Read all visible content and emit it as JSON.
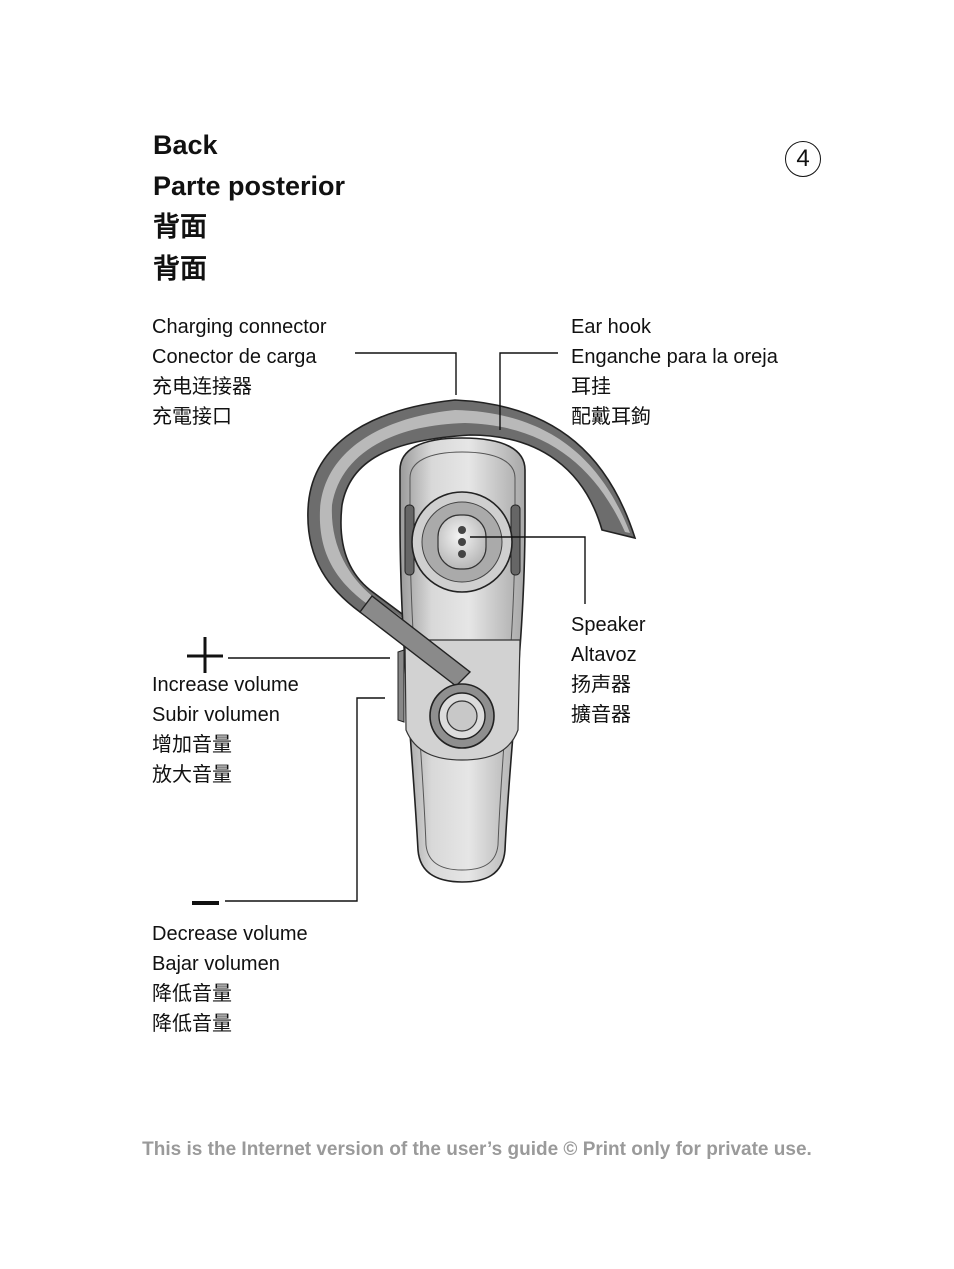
{
  "page": {
    "number": "4",
    "titles": [
      "Back",
      "Parte posterior",
      "背面",
      "背面"
    ]
  },
  "labels": {
    "charging_connector": [
      "Charging connector",
      "Conector de carga",
      "充电连接器",
      "充電接口"
    ],
    "ear_hook": [
      "Ear hook",
      "Enganche para la oreja",
      "耳挂",
      "配戴耳鉤"
    ],
    "speaker": [
      "Speaker",
      "Altavoz",
      "扬声器",
      "擴音器"
    ],
    "increase_volume": [
      "Increase volume",
      "Subir volumen",
      "增加音量",
      "放大音量"
    ],
    "decrease_volume": [
      "Decrease volume",
      "Bajar volumen",
      "降低音量",
      "降低音量"
    ]
  },
  "symbols": {
    "plus": "+",
    "minus": "−"
  },
  "footer": "This is the Internet version of the user’s guide © Print only for private use."
}
